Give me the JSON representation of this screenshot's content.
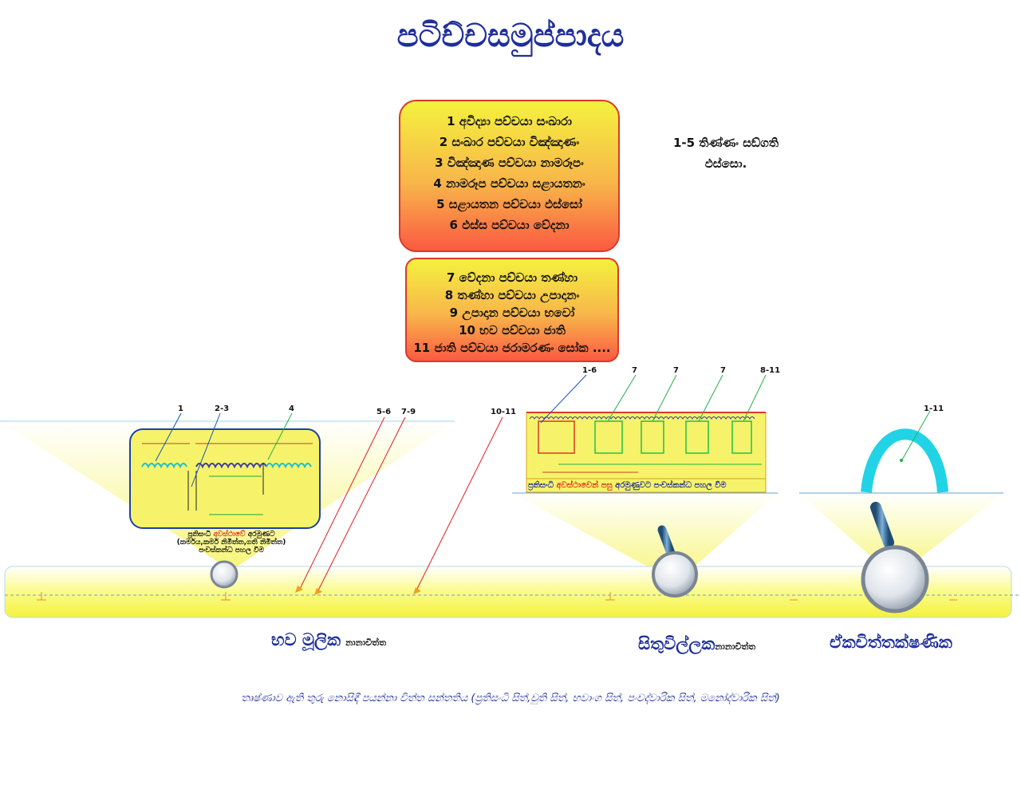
{
  "title": "පටිච්චසමුප්පාදය",
  "box1": {
    "lines": [
      "1 අවිද්‍යා පච්චයා සංඛාරා",
      "2 සංඛාර පච්චයා විඤ්ඤාණං",
      "3 විඤ්ඤාණ පච්චයා නාමරූපං",
      "4 නාමරූප පච්චයා සළායතනං",
      "5 සළායතන පච්චයා ඵස්සෝ",
      "6 ඵස්ස පච්චයා වේදනා"
    ]
  },
  "box2": {
    "lines": [
      "7 වේදනා පච්චයා තණ්හා",
      "8 තණ්හා පච්චයා උපාදානං",
      "9 උපාදාන පච්චයා භවෝ",
      "10 භව පච්චයා ජාති",
      "11 ජාති පච්චයා ජරාමරණං සෝක ...."
    ]
  },
  "note": {
    "line1": "1-5 තිණ්ණං සඞ්ගති",
    "line2": "ඵස්සො."
  },
  "pointer_labels": {
    "p1": "1",
    "p23": "2-3",
    "p4": "4",
    "p56": "5-6",
    "p79": "7-9",
    "p1011": "10-11",
    "q16": "1-6",
    "q7a": "7",
    "q7b": "7",
    "q7c": "7",
    "q811": "8-11",
    "r111": "1-11"
  },
  "left_panel": {
    "caption_part1": "ප්‍රතිසංධි ",
    "caption_highlight": "අවස්ථාවේ",
    "caption_part2": " අරමුණට",
    "caption_line2": "(කර්මය,කර්ම නිමිත්ත,ගති නිමිත්ත)",
    "caption_line3": "පංචස්කන්ධ පහල වීම"
  },
  "mid_panel": {
    "caption_part1": "ප්‍රතිසංධි ",
    "caption_highlight": "අවස්ථාවෙන් පසු",
    "caption_part2": " අරමුණුවට පංචස්කන්ධ පහල වීම"
  },
  "bottom_labels": {
    "left_main": "භව මූලික",
    "left_sub": "නානාචිත්ත",
    "mid_main": "සිතුවිල්ලක",
    "mid_sub": "නානාචිත්ත",
    "right_main": "ඒකචිත්තක්ෂණික"
  },
  "footer": "තෘෂ්ණාව ඇති තුරු නොසිඳී පයන්නා චිත්ත සන්තතිය (ප්‍රතිසංධි සිත්,චුති සිත්, භවාංග සිත්, පංචද්වාරික සිත්, මනෝද්වාරික සිත්)",
  "colors": {
    "title": "#1f2f9a",
    "box_border": "#d83a2a",
    "yellow": "#f4f23e",
    "arch": "#22d3e6",
    "pointer_red": "#e02020",
    "pointer_blue": "#1a4fc7",
    "pointer_green": "#22b04a"
  }
}
